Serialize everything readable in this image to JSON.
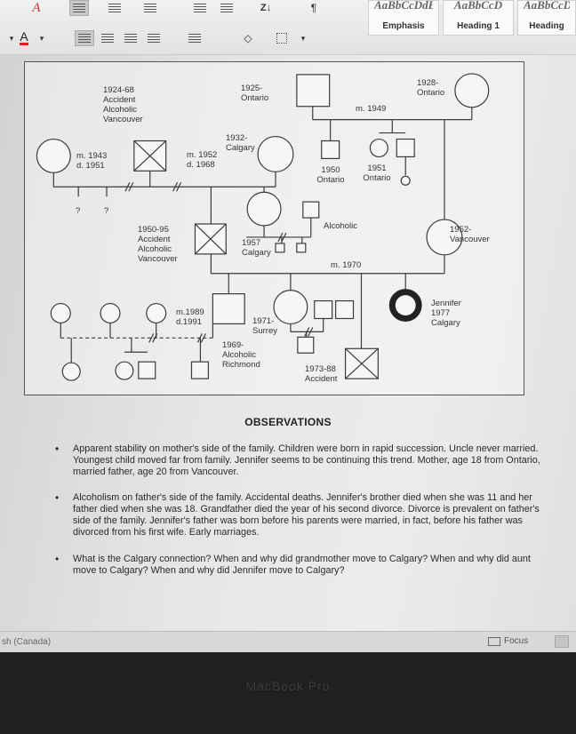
{
  "ribbon": {
    "styles": [
      {
        "preview": "AaBbCcDdEe",
        "label": "Emphasis"
      },
      {
        "preview": "AaBbCcD",
        "label": "Heading 1"
      },
      {
        "preview": "AaBbCcD",
        "label": "Heading"
      }
    ]
  },
  "genogram": {
    "labels": {
      "gf_years": "1924-68",
      "gf_cause": "Accident",
      "gf_alcohol": "Alcoholic",
      "gf_place": "Vancouver",
      "gm_year": "1932-",
      "gm_place": "Calgary",
      "gm_m": "m. 1952",
      "gm_d": "d. 1968",
      "first_m": "m. 1943",
      "first_d": "d. 1951",
      "q1": "?",
      "q2": "?",
      "mgf_year": "1925-",
      "mgf_place": "Ontario",
      "mgm_year": "1928-",
      "mgm_place": "Ontario",
      "m_1949": "m. 1949",
      "uncle_year": "1950",
      "uncle_place": "Ontario",
      "twin_year": "1951",
      "twin_place": "Ontario",
      "father_years": "1950-95",
      "father_cause": "Accident",
      "father_alcohol": "Alcoholic",
      "father_place": "Vancouver",
      "sib_year": "1957",
      "sib_place": "Calgary",
      "sib_alcohol": "Alcoholic",
      "mother_year": "1952-",
      "mother_place": "Vancouver",
      "m_1970": "m. 1970",
      "g_m": "m.1989",
      "g_d": "d.1991",
      "gc_year": "1971-",
      "gc_place": "Surrey",
      "b69_year": "1969-",
      "b69_alcohol": "Alcoholic",
      "b69_place": "Richmond",
      "b73_years": "1973-88",
      "b73_cause": "Accident",
      "j_name": "Jennifer",
      "j_year": "1977",
      "j_place": "Calgary"
    }
  },
  "observations": {
    "title": "OBSERVATIONS",
    "bullets": [
      "Apparent stability on mother's side of the family. Children were born in rapid succession. Uncle never married. Youngest child moved far from family. Jennifer seems to be continuing this trend. Mother, age 18 from Ontario, married father, age 20 from Vancouver.",
      "Alcoholism on father's side of the family. Accidental deaths. Jennifer's brother died when she was 11 and her father died when she was 18. Grandfather died the year of his second divorce. Divorce is prevalent on father's side of the family. Jennifer's father was born before his parents were married, in fact, before his father was divorced from his first wife. Early marriages.",
      "What is the Calgary connection? When and why did grandmother move to Calgary? When and why did aunt move to Calgary? When and why did Jennifer move to Calgary?"
    ]
  },
  "status": {
    "language": "sh (Canada)",
    "focus": "Focus"
  },
  "bezel": {
    "label": "MacBook Pro"
  }
}
